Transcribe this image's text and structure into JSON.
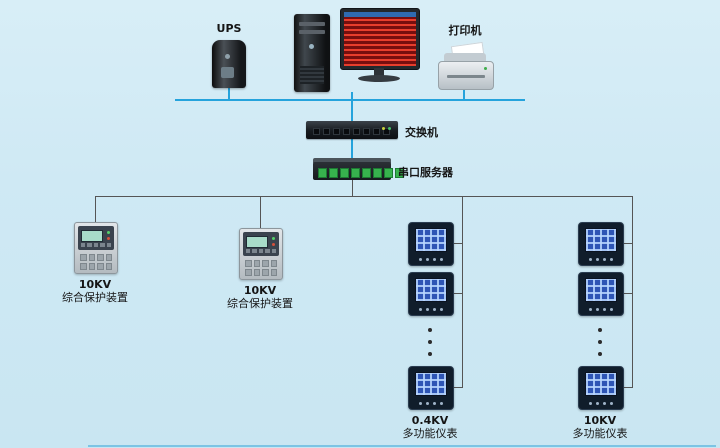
{
  "colors": {
    "background": "#cfe9f4",
    "bus_line": "#25a3dc",
    "tree_line": "#555555",
    "meter_screen": "#2e55b5",
    "port_green": "#37b24d"
  },
  "labels": {
    "ups": "UPS",
    "printer": "打印机",
    "switch": "交换机",
    "serial_server": "串口服务器"
  },
  "protections": [
    {
      "kv": "10KV",
      "name": "综合保护装置"
    },
    {
      "kv": "10KV",
      "name": "综合保护装置"
    }
  ],
  "meter_columns": [
    {
      "kv": "0.4KV",
      "name": "多功能仪表"
    },
    {
      "kv": "10KV",
      "name": "多功能仪表"
    }
  ],
  "icons": {
    "continuation": "vertical-ellipsis"
  }
}
